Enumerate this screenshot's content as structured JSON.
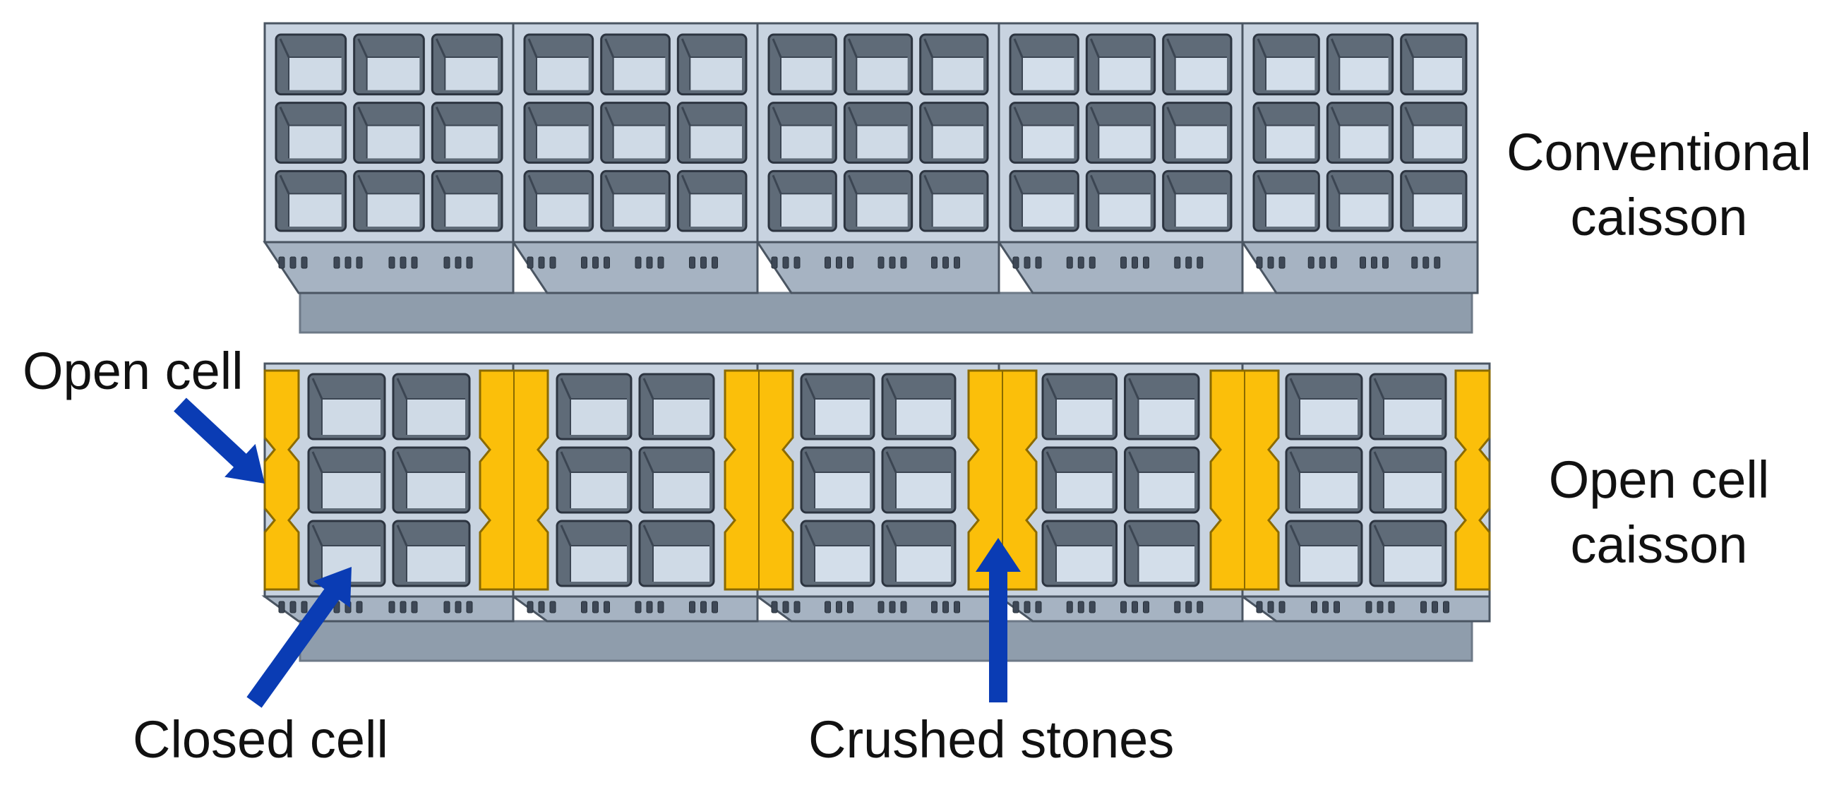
{
  "labels": {
    "conventional_line1": "Conventional",
    "conventional_line2": "caisson",
    "open_cell_caisson_line1": "Open cell",
    "open_cell_caisson_line2": "caisson",
    "open_cell": "Open cell",
    "closed_cell": "Closed cell",
    "crushed_stones": "Crushed stones"
  },
  "colors": {
    "concrete_top": "#c8d3e0",
    "concrete_side": "#a6b3c2",
    "concrete_dark": "#8f9dac",
    "cell_wall_dark": "#5f6b78",
    "cell_floor_light": "#d3deea",
    "crushed_stone": "#fbbf0a",
    "arrow": "#0a3cb4"
  },
  "diagram": {
    "caisson_count_per_row": 5,
    "conventional_cell_grid": "3x3",
    "open_cell_grid": "3x2"
  }
}
